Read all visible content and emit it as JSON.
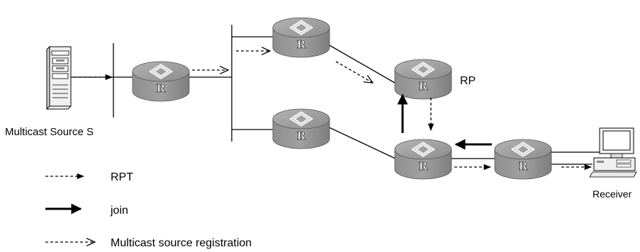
{
  "labels": {
    "source": "Multicast Source S",
    "rp": "RP",
    "receiver": "Receiver"
  },
  "router_letter": "R",
  "legend": [
    {
      "style": "dashed-solid-head",
      "text": "RPT"
    },
    {
      "style": "solid-bold",
      "text": "join"
    },
    {
      "style": "dashed-open-head",
      "text": "Multicast source registration"
    }
  ],
  "colors": {
    "router_top": "#9a9a9a",
    "router_side": "#8a8a8a",
    "line": "#000000"
  }
}
